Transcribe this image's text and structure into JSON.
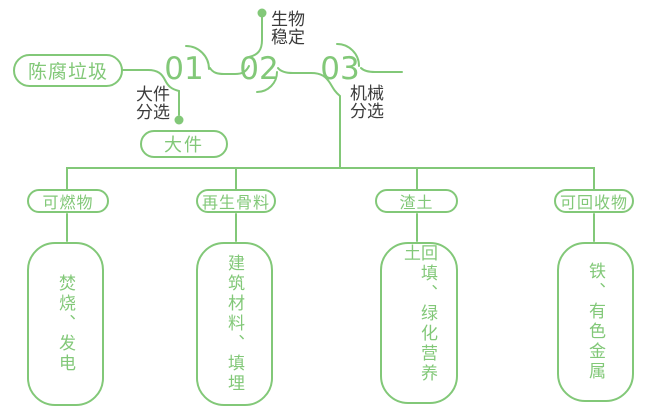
{
  "diagram": {
    "title_hint": "aged-waste-treatment-flow",
    "accent_color": "#82c878",
    "label_color": "#3b3b3b",
    "source": {
      "label": "陈腐垃圾"
    },
    "steps": [
      {
        "number": "01",
        "label": "大件分选",
        "output": "大件"
      },
      {
        "number": "02",
        "label": "生物稳定"
      },
      {
        "number": "03",
        "label": "机械分选"
      }
    ],
    "branches": [
      {
        "category": "可燃物",
        "outcome": "焚烧、发电"
      },
      {
        "category": "再生骨料",
        "outcome": "建筑材料、填埋"
      },
      {
        "category": "渣土",
        "outcome": "回填、绿化营养土"
      },
      {
        "category": "可回收物",
        "outcome": "铁、有色金属"
      }
    ]
  }
}
